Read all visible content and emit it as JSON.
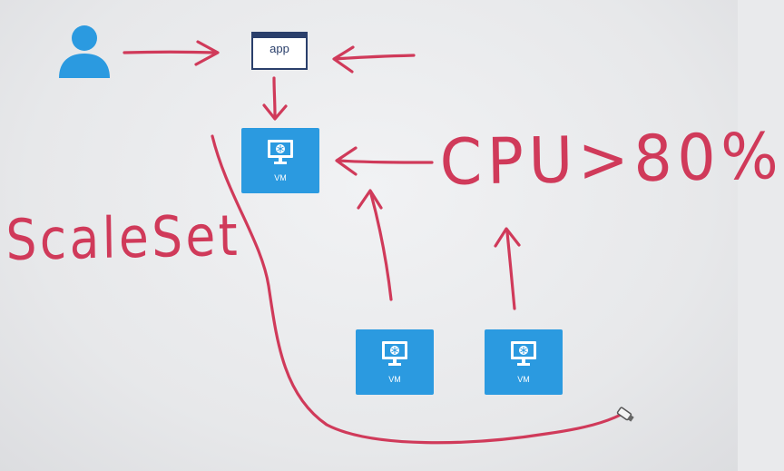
{
  "diagram": {
    "colors": {
      "ink": "#d03a5a",
      "azure_blue": "#2b9ae0",
      "app_frame": "#2a3f6b",
      "user_icon": "#2b9ae0"
    },
    "user": {
      "icon": "user-icon"
    },
    "app": {
      "label": "app",
      "icon": "app-window-icon"
    },
    "vms": [
      {
        "label": "VM",
        "icon": "monitor-icon"
      },
      {
        "label": "VM",
        "icon": "monitor-icon"
      },
      {
        "label": "VM",
        "icon": "monitor-icon"
      }
    ],
    "handwriting": {
      "scale_set": "ScaleSet",
      "condition": "CPU>80%"
    }
  }
}
